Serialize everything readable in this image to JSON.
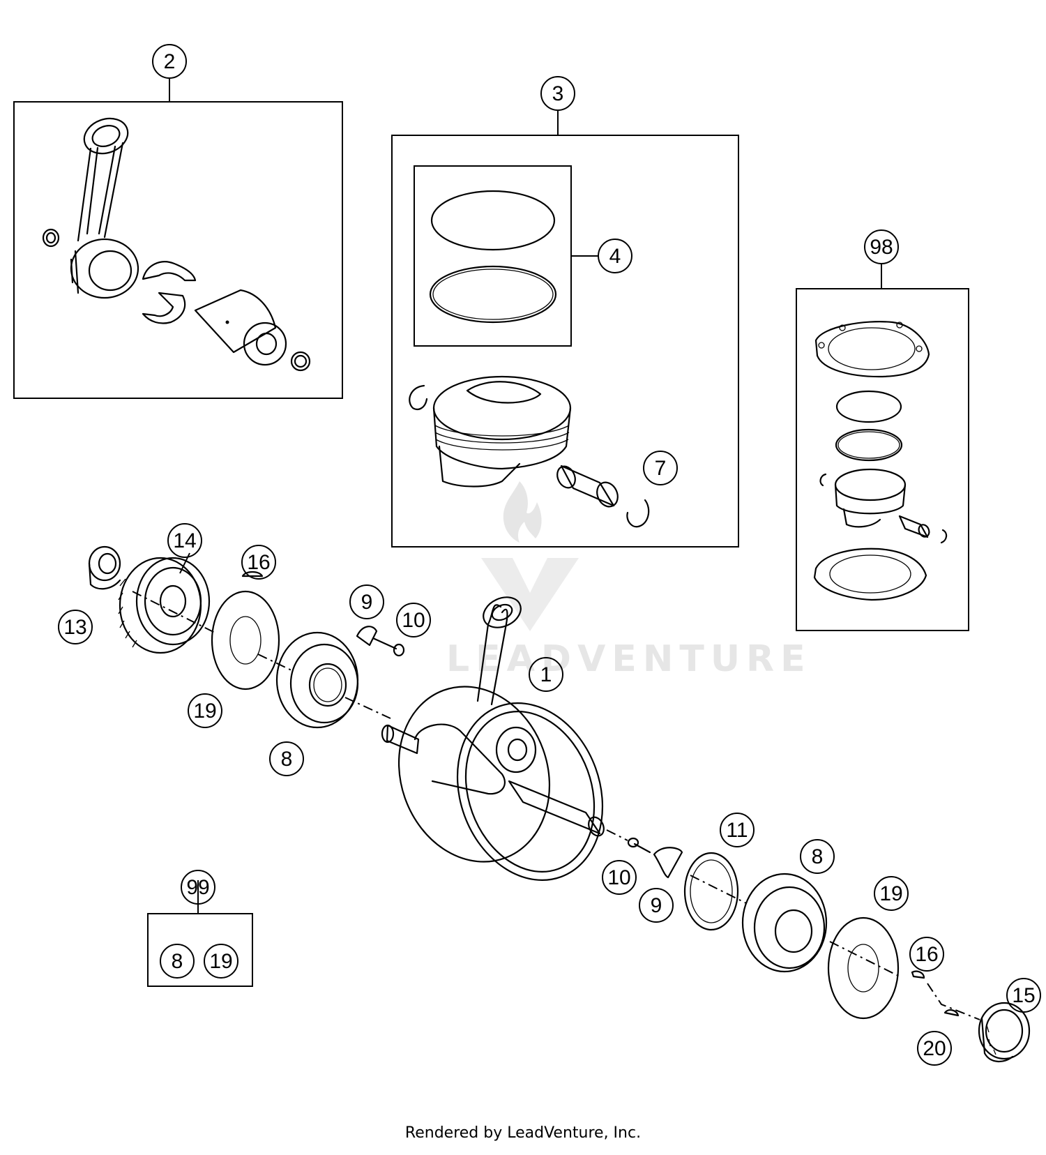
{
  "callouts": {
    "c1": "1",
    "c2": "2",
    "c3": "3",
    "c4": "4",
    "c7": "7",
    "c8a": "8",
    "c8b": "8",
    "c8c": "8",
    "c9a": "9",
    "c9b": "9",
    "c10a": "10",
    "c10b": "10",
    "c11": "11",
    "c13": "13",
    "c14": "14",
    "c15": "15",
    "c16a": "16",
    "c16b": "16",
    "c19a": "19",
    "c19b": "19",
    "c19c": "19",
    "c20": "20",
    "c98": "98",
    "c99": "99"
  },
  "watermark": "LEADVENTURE",
  "footer": "Rendered by LeadVenture, Inc."
}
